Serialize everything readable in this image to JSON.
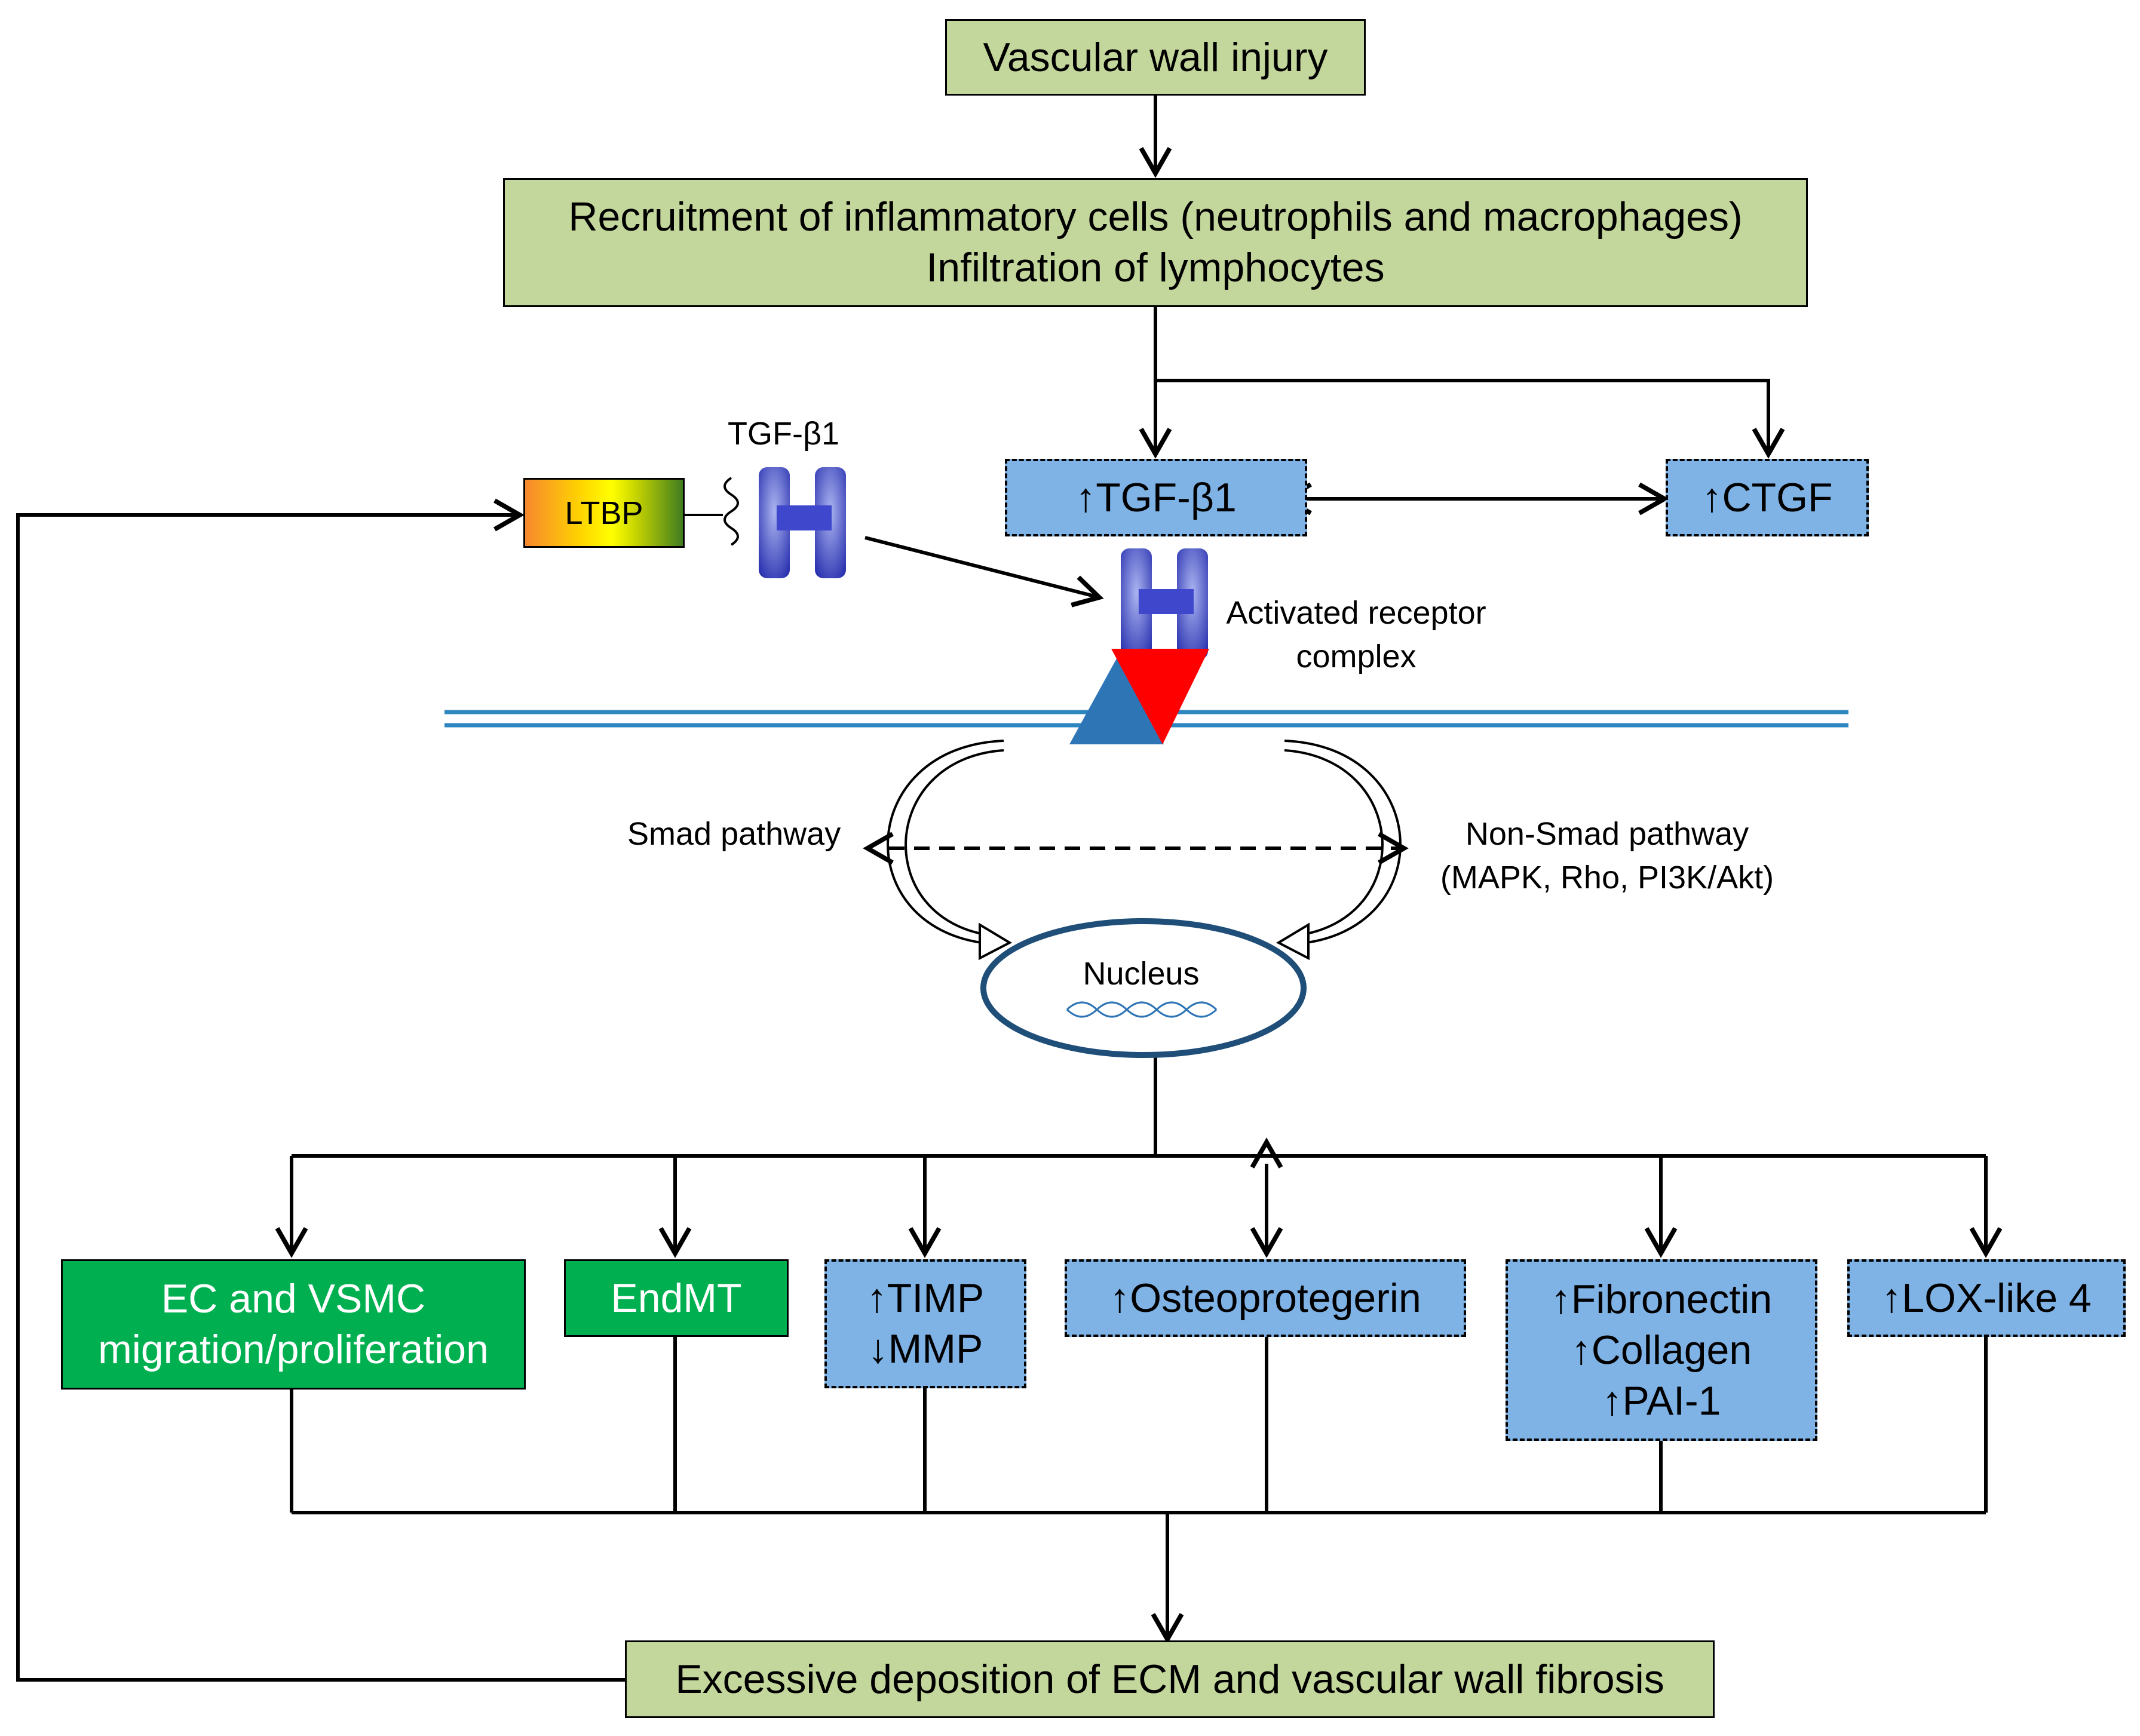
{
  "nodes": {
    "injury": "Vascular wall injury",
    "recruitment_line1": "Recruitment of inflammatory cells (neutrophils and macrophages)",
    "recruitment_line2": "Infiltration of lymphocytes",
    "tgf_up": "↑TGF-β1",
    "ctgf_up": "↑CTGF",
    "ltbp": "LTBP",
    "tgf_ligand": "TGF-β1",
    "receptor_line1": "Activated receptor",
    "receptor_line2": "complex",
    "smad": "Smad pathway",
    "nonsmad_line1": "Non-Smad pathway",
    "nonsmad_line2": "(MAPK, Rho, PI3K/Akt)",
    "nucleus": "Nucleus",
    "ec_line1": "EC and VSMC",
    "ec_line2": "migration/proliferation",
    "endmt": "EndMT",
    "timp_line1": "↑TIMP",
    "timp_line2": "↓MMP",
    "osteo": "↑Osteoprotegerin",
    "fib_line1": "↑Fibronectin",
    "fib_line2": "↑Collagen",
    "fib_line3": "↑PAI-1",
    "lox": "↑LOX-like 4",
    "ecm": "Excessive deposition of ECM and vascular wall fibrosis"
  },
  "colors": {
    "light_green": "#c3d69b",
    "dark_green": "#00b050",
    "light_blue": "#7fb2e5",
    "membrane": "#2e86c1",
    "ligand_blue": "#3f48cc",
    "receptor_blue": "#2e75b6",
    "receptor_red": "#ff0000",
    "nucleus_border": "#1f4e79"
  },
  "icons": {
    "tgf_ligand": "h-shaped-ligand-icon",
    "receptor": "receptor-triangles-icon",
    "dna": "dna-helix-icon"
  }
}
